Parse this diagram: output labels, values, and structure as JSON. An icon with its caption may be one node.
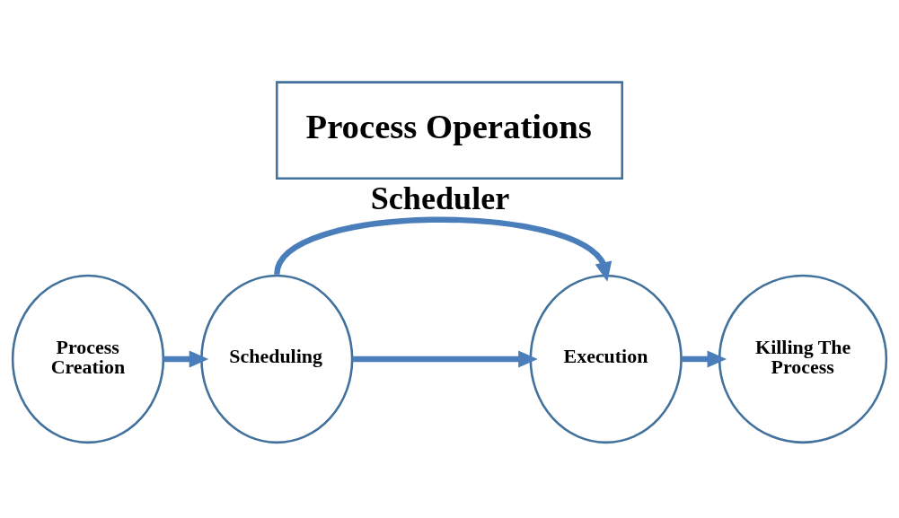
{
  "diagram": {
    "title": "Process Operations",
    "nodes": [
      {
        "text": [
          "Process Creation"
        ]
      },
      {
        "text": [
          "Scheduling"
        ]
      },
      {
        "text": [
          "Execution"
        ]
      },
      {
        "text": [
          "Killing The Process"
        ]
      }
    ],
    "edges": [
      {
        "from": 0,
        "to": 1,
        "arrow": "to"
      },
      {
        "from": 1,
        "to": 2,
        "arrow": "to"
      },
      {
        "from": 2,
        "to": 3,
        "arrow": "to"
      },
      {
        "from": 1,
        "to": 2,
        "arrow": "to",
        "label": "Scheduler"
      }
    ]
  }
}
